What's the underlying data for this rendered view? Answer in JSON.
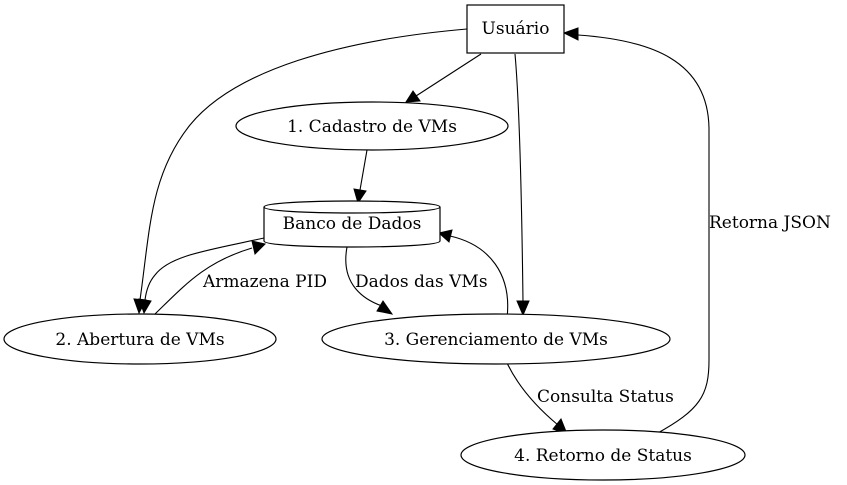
{
  "nodes": {
    "usuario": "Usuário",
    "cadastro": "1. Cadastro de VMs",
    "banco": "Banco de Dados",
    "abertura": "2. Abertura de VMs",
    "gerenciamento": "3. Gerenciamento de VMs",
    "retorno": "4. Retorno de Status"
  },
  "edge_labels": {
    "armazena_pid": "Armazena PID",
    "dados_vms": "Dados das VMs",
    "consulta_status": "Consulta Status",
    "retorna_json": "Retorna JSON"
  }
}
